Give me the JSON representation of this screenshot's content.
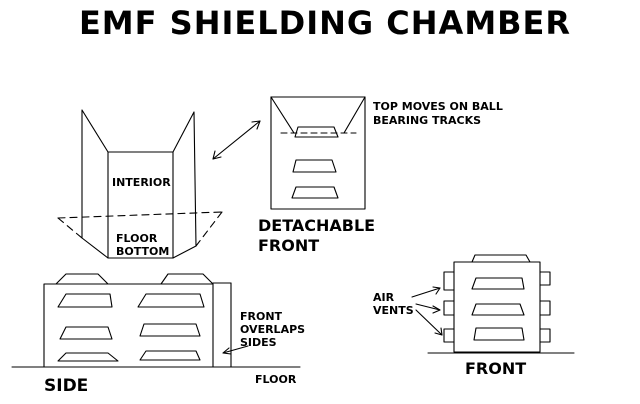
{
  "title": "EMF  SHIELDING  CHAMBER",
  "labels": {
    "interior": "INTERIOR",
    "floor_bottom_1": "FLOOR",
    "floor_bottom_2": "BOTTOM",
    "top_moves_1": "TOP MOVES ON BALL",
    "top_moves_2": "BEARING TRACKS",
    "detachable_1": "DETACHABLE",
    "detachable_2": "FRONT",
    "front_overlaps_1": "FRONT",
    "front_overlaps_2": "OVERLAPS",
    "front_overlaps_3": "SIDES",
    "side": "SIDE",
    "floor": "FLOOR",
    "air_vents_1": "AIR",
    "air_vents_2": "VENTS",
    "front": "FRONT"
  }
}
